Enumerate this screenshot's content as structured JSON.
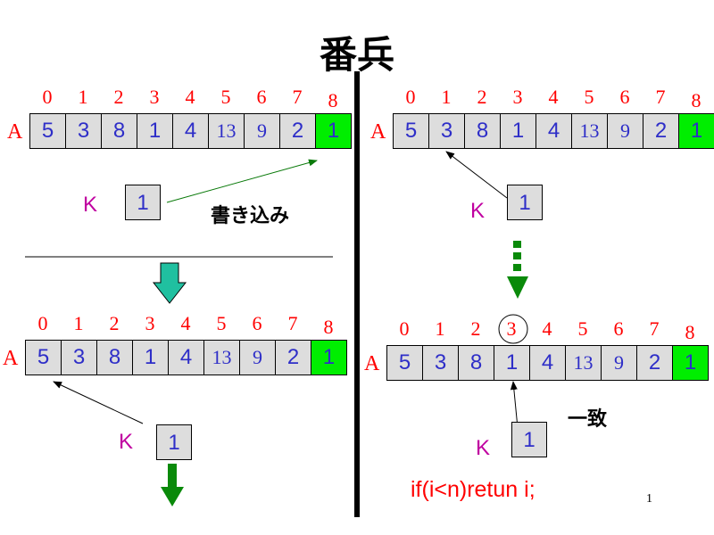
{
  "title": "番兵",
  "indices": [
    "0",
    "1",
    "2",
    "3",
    "4",
    "5",
    "6",
    "7",
    "8"
  ],
  "array_label": "A",
  "array_values": [
    "5",
    "3",
    "8",
    "1",
    "4",
    "13",
    "9",
    "2",
    "1"
  ],
  "key_label": "K",
  "key_value": "1",
  "write_label": "書き込み",
  "match_label": "一致",
  "code": "if(i<n)retun i;",
  "page_number": "1",
  "colors": {
    "index": "#ff0000",
    "value": "#2e2ec8",
    "sentinel": "#00ee00",
    "cell": "#dddddd",
    "key": "#c000a0"
  }
}
